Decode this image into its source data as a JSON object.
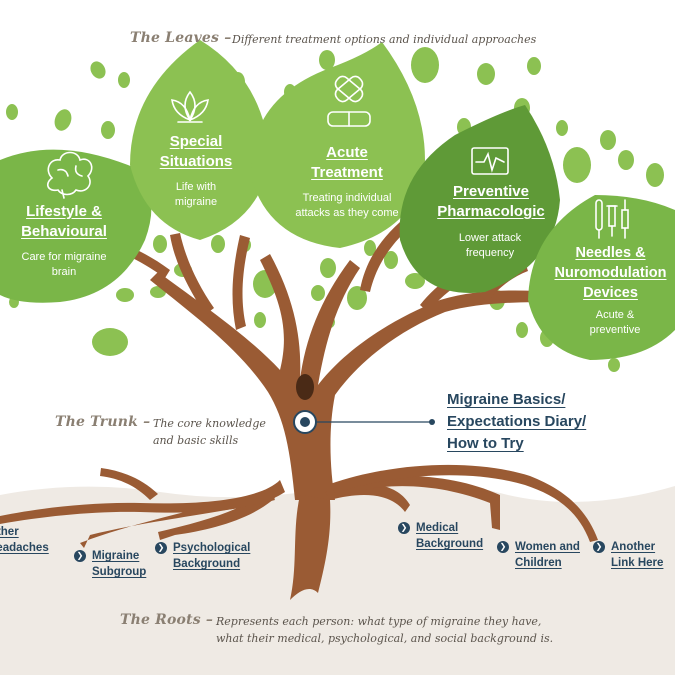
{
  "sections": {
    "leaves": {
      "label": "The Leaves –",
      "desc": "Different treatment options and individual approaches"
    },
    "trunk": {
      "label": "The Trunk –",
      "desc_line1": "The core knowledge",
      "desc_line2": "and basic skills"
    },
    "roots": {
      "label": "The Roots –",
      "desc_line1": "Represents each person: what type of migraine they have,",
      "desc_line2": "what their medical, psychological, and social background is."
    }
  },
  "leaves": [
    {
      "title1": "Lifestyle &",
      "title2": "Behavioural",
      "desc1": "Care for migraine",
      "desc2": "brain",
      "icon": "brain-icon"
    },
    {
      "title1": "Special",
      "title2": "Situations",
      "desc1": "Life with",
      "desc2": "migraine",
      "icon": "lotus-icon"
    },
    {
      "title1": "Acute",
      "title2": "Treatment",
      "desc1": "Treating individual",
      "desc2": "attacks as they come",
      "icon": "bandage-pill-icon"
    },
    {
      "title1": "Preventive",
      "title2": "Pharmacologic",
      "desc1": "Lower attack",
      "desc2": "frequency",
      "icon": "monitor-icon"
    },
    {
      "title1": "Needles &",
      "title2": "Nuromodulation",
      "title3": "Devices",
      "desc1": "Acute &",
      "desc2": "preventive",
      "icon": "syringe-icon"
    }
  ],
  "trunk_links": {
    "line1": "Migraine Basics/",
    "line2": "Expectations Diary/",
    "line3": "How to Try"
  },
  "roots": [
    {
      "l1": "Other",
      "l2": "Headaches"
    },
    {
      "l1": "Migraine",
      "l2": "Subgroup"
    },
    {
      "l1": "Psychological",
      "l2": "Background"
    },
    {
      "l1": "Medical",
      "l2": "Background"
    },
    {
      "l1": "Women and",
      "l2": "Children"
    },
    {
      "l1": "Another",
      "l2": "Link Here"
    }
  ],
  "colors": {
    "leaf_light": "#8cc152",
    "leaf_mid": "#7ab648",
    "leaf_dark": "#5f9a37",
    "trunk": "#9a5b34",
    "link": "#28475f",
    "ground": "#efeae4"
  }
}
